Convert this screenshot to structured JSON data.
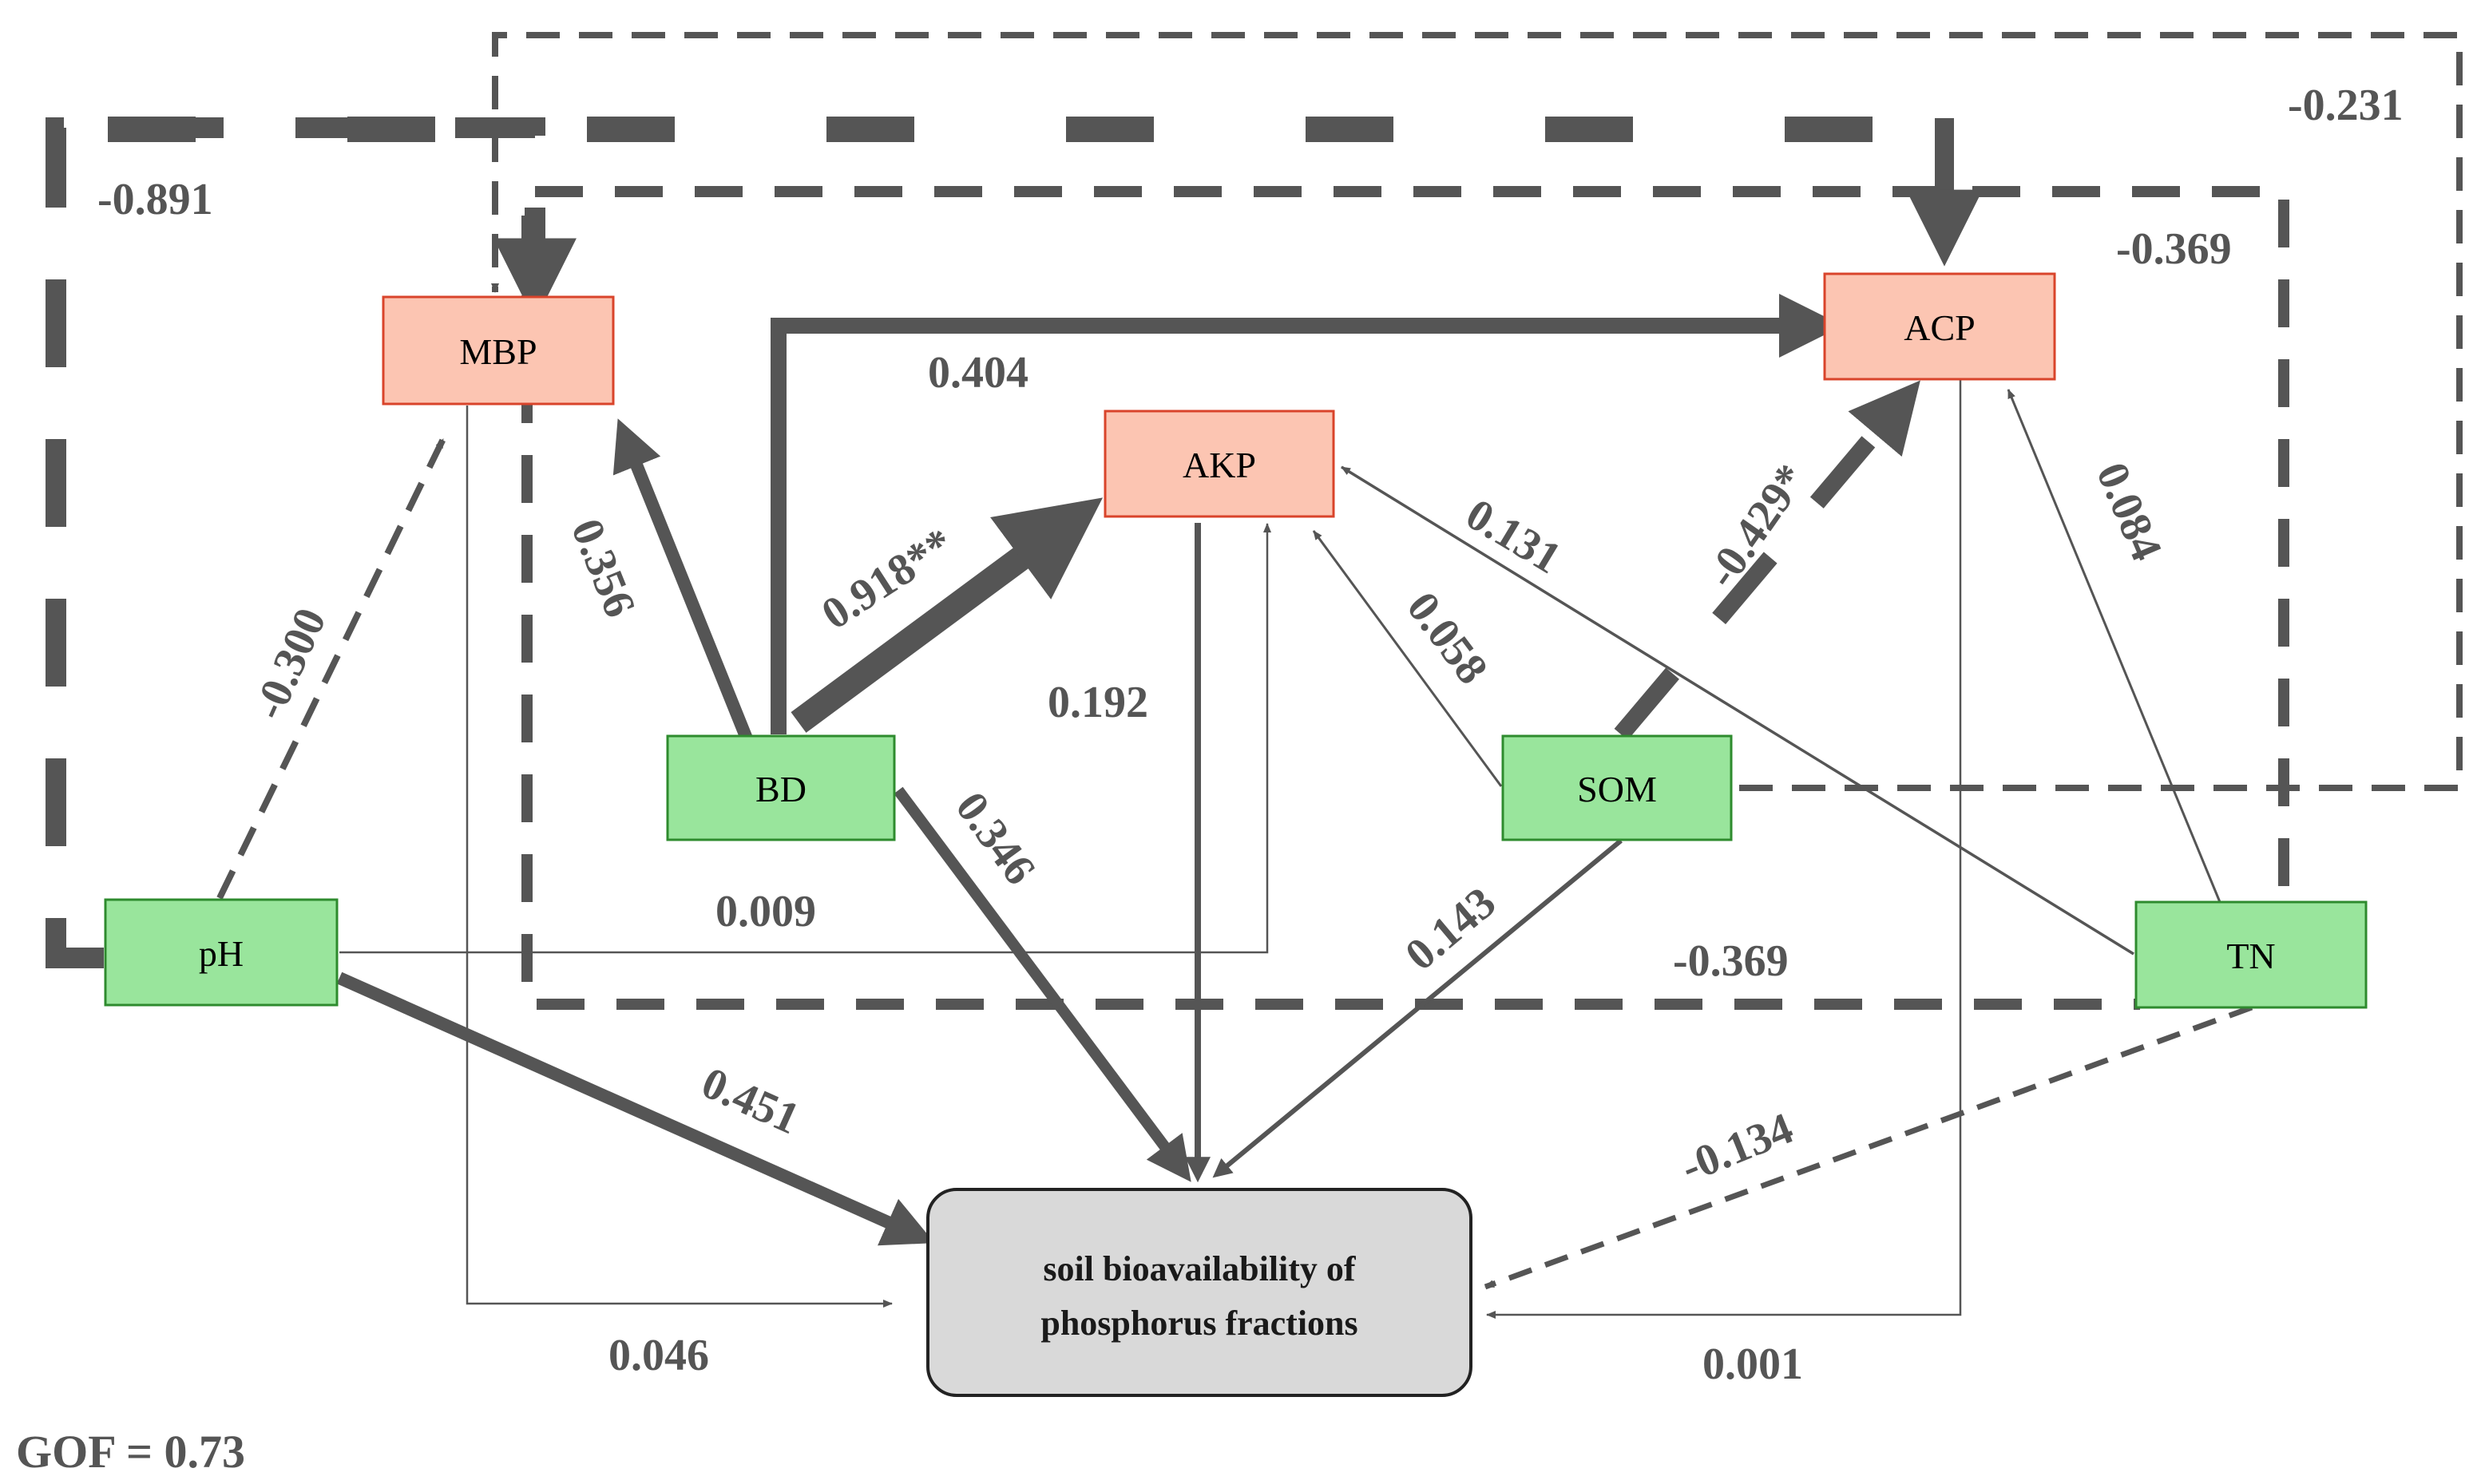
{
  "nodes": {
    "mbp": "MBP",
    "acp": "ACP",
    "akp": "AKP",
    "bd": "BD",
    "som": "SOM",
    "ph": "pH",
    "tn": "TN",
    "outcome_line1": "soil bioavailability of",
    "outcome_line2": "phosphorus  fractions"
  },
  "paths": {
    "ph_mbp": "-0.891",
    "tn_acp": "-0.231",
    "tn_acp_inner": "-0.369",
    "bd_acp": "0.404",
    "bd_mbp": "0.356",
    "bd_akp": "0.918**",
    "ph_mbp_dashed": "-0.300",
    "akp_outcome": "0.192",
    "tn_akp": "0.131",
    "som_acp": "-0.429*",
    "tn_acp_thin": "0.084",
    "som_akp": "0.058",
    "bd_outcome": "0.346",
    "ph_akp": "0.009",
    "som_outcome": "0.143",
    "tn_mbp": "-0.369",
    "ph_outcome": "0.451",
    "tn_outcome": "-0.134",
    "mbp_outcome": "0.046",
    "acp_outcome": "0.001"
  },
  "footer": {
    "gof": "GOF = 0.73"
  },
  "colors": {
    "enzyme_fill": "#fcc5b2",
    "enzyme_stroke": "#d9442b",
    "soil_fill": "#99e59c",
    "soil_stroke": "#2e8b2e",
    "outcome_fill": "#d9d9d9",
    "line": "#555555"
  }
}
